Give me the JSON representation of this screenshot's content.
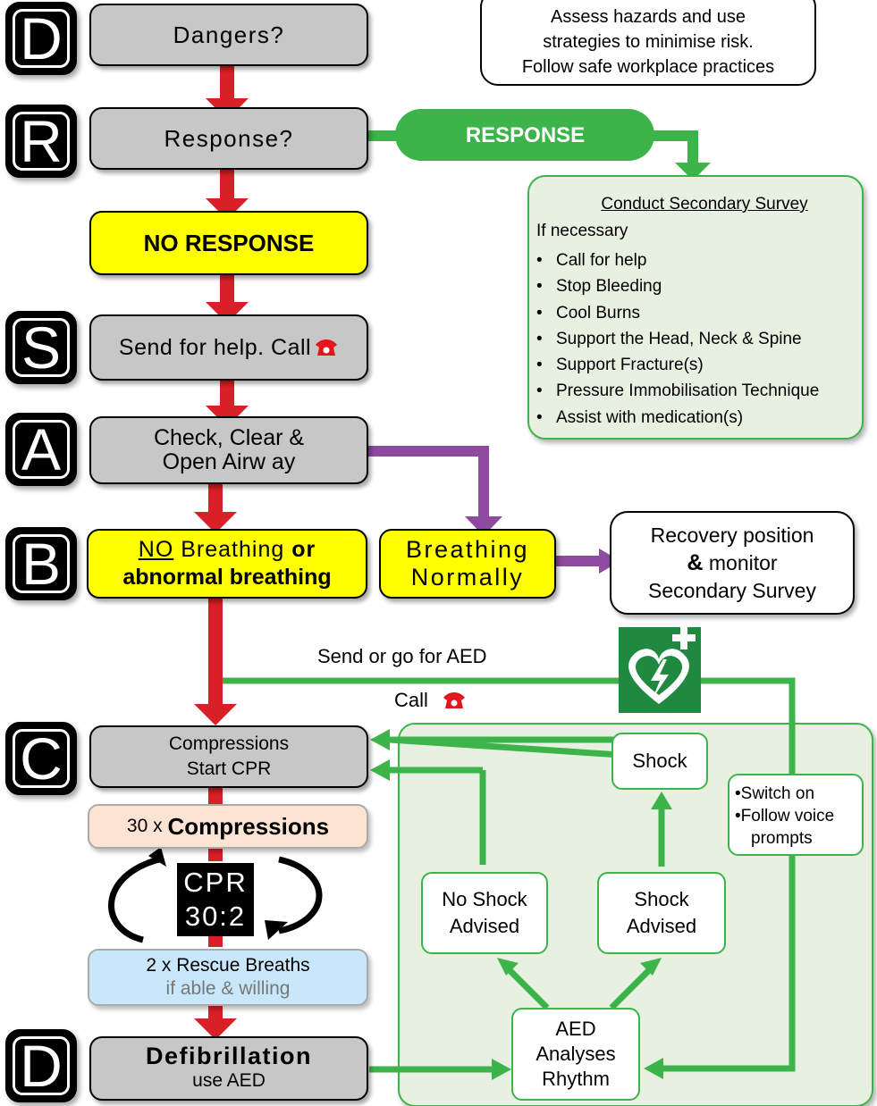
{
  "letters": {
    "d1": "D",
    "r": "R",
    "s": "S",
    "a": "A",
    "b": "B",
    "c": "C",
    "d2": "D"
  },
  "dangers": "Dangers?",
  "hazard_note": {
    "line1": "Assess hazards and use",
    "line2": "strategies to minimise risk.",
    "line3": "Follow safe workplace practices"
  },
  "response_q": "Response?",
  "response_label": "RESPONSE",
  "secondary": {
    "title": "Conduct Secondary Survey",
    "intro": "If necessary",
    "items": [
      "Call for help",
      "Stop Bleeding",
      "Cool Burns",
      "Support the Head, Neck & Spine",
      "Support Fracture(s)",
      "Pressure Immobilisation Technique",
      "Assist with medication(s)"
    ]
  },
  "no_response": "NO RESPONSE",
  "send_help": "Send for help. Call",
  "airway": {
    "line1": "Check, Clear &",
    "line2": "Open Airw ay"
  },
  "no_breathing": {
    "no": "NO",
    "breathing": " Breathing ",
    "or": "or",
    "line2": "abnormal breathing"
  },
  "breathing_normally": {
    "line1": "Breathing",
    "line2": "Normally"
  },
  "recovery": {
    "line1": "Recovery position",
    "amp": "&",
    "monitor": " monitor",
    "line3": "Secondary Survey"
  },
  "send_aed": "Send or go for AED",
  "call": "Call",
  "compressions_box": {
    "line1": "Compressions",
    "line2": "Start CPR"
  },
  "compressions_30": {
    "prefix": "30 x ",
    "bold": "Compressions"
  },
  "cpr": {
    "line1": "CPR",
    "line2": "30:2"
  },
  "rescue": {
    "line1": "2 x Rescue Breaths",
    "line2": "if able & willing"
  },
  "defib": {
    "line1": "Defibrillation",
    "line2": "use AED"
  },
  "shock": "Shock",
  "switch_on": {
    "b1": "Switch on",
    "b2": "Follow voice",
    "b2b": "prompts"
  },
  "no_shock": {
    "line1": "No Shock",
    "line2": "Advised"
  },
  "shock_advised": {
    "line1": "Shock",
    "line2": "Advised"
  },
  "aed_analyses": {
    "line1": "AED",
    "line2": "Analyses",
    "line3": "Rhythm"
  },
  "colors": {
    "red": "#d72027",
    "green": "#3db44a",
    "purple": "#8e4a9f",
    "yellow": "#ffff00",
    "grey": "#c7c7c7",
    "panel": "#e8f1e1"
  },
  "icons": [
    "phone-icon",
    "aed-heart-icon",
    "cycle-arrow-icon"
  ]
}
